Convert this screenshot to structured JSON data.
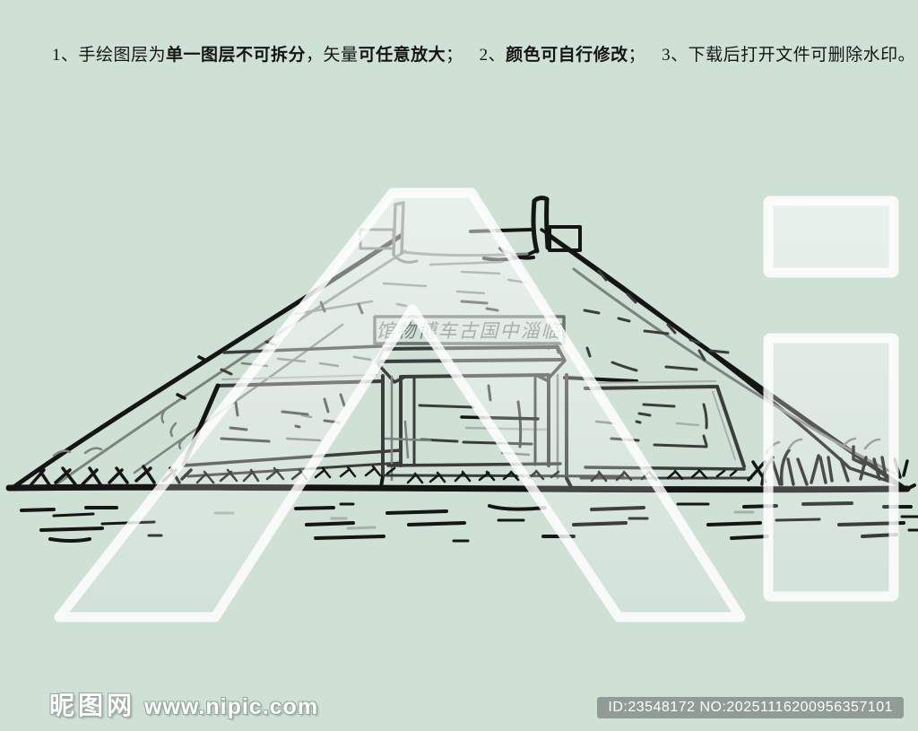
{
  "page": {
    "background_color": "#cfe0d5"
  },
  "notice": {
    "item1_num": "1、",
    "item1_text_a": "手绘图层为",
    "item1_bold_a": "单一图层不可拆分",
    "item1_text_b": "，矢量",
    "item1_bold_b": "可任意放大",
    "item1_text_c": "；",
    "item2_num": "2、",
    "item2_bold": "颜色可自行修改",
    "item2_text": "；",
    "item3_num": "3、",
    "item3_text": "下载后打开文件可删除水印。"
  },
  "illustration": {
    "sign_text": "馆物博车古国中淄临",
    "ink_color": "#151515",
    "mid_color": "#3c3c3c",
    "gray_color": "#7d837e",
    "light_gray_color": "#a9b0aa"
  },
  "watermarks": {
    "ai_letters": "Ai",
    "site_name": "昵图网",
    "site_url": "www.nipic.com",
    "id_text": "ID:23548172 NO:20251116200956357101"
  }
}
